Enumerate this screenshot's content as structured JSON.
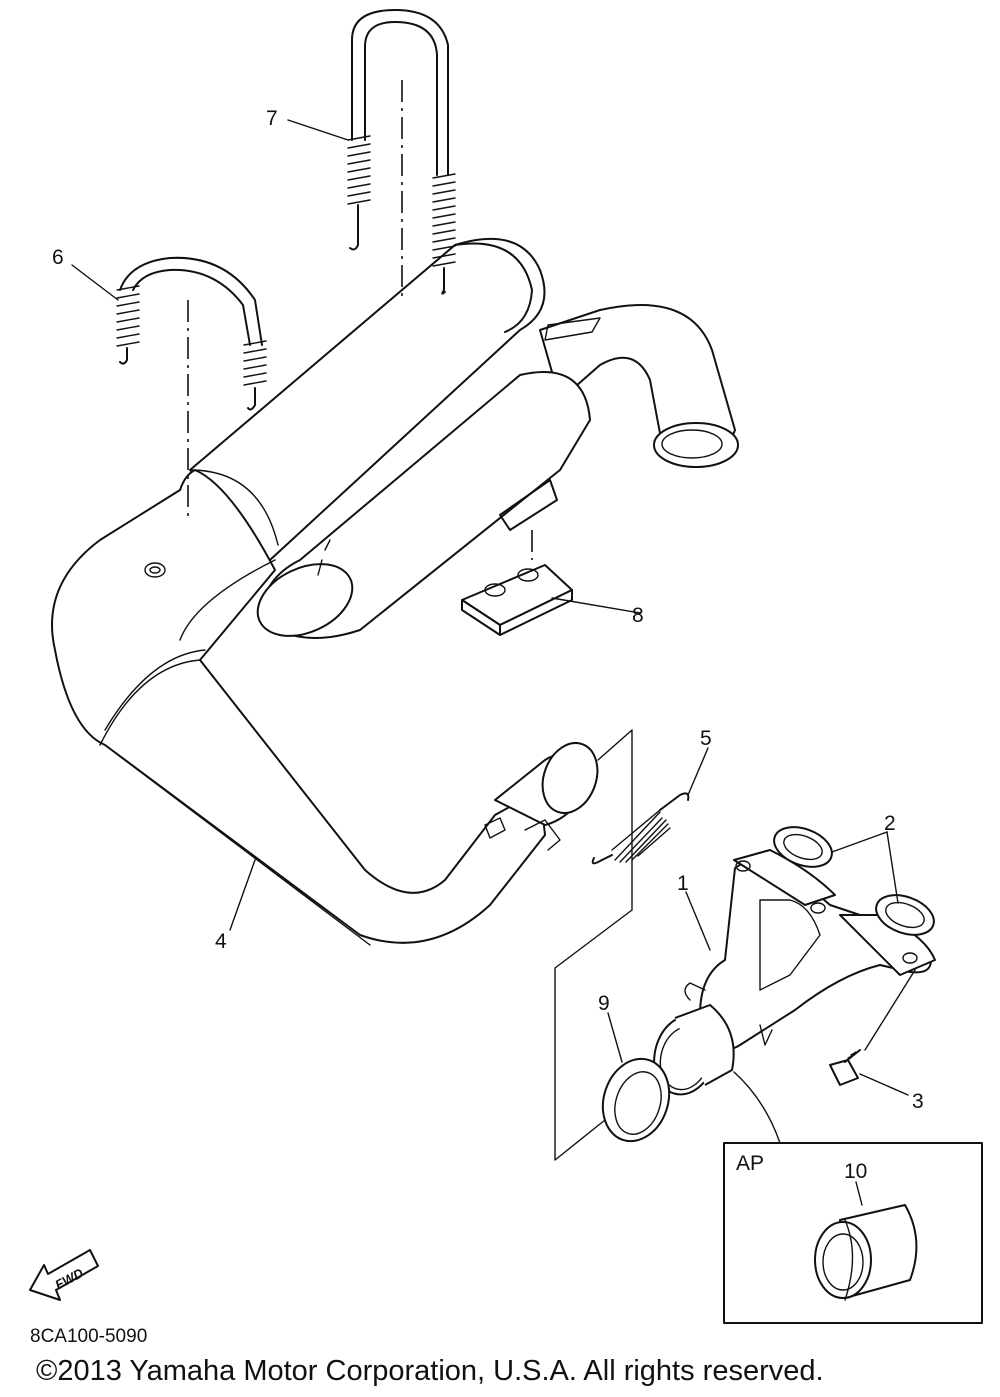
{
  "callouts": [
    "1",
    "2",
    "3",
    "4",
    "5",
    "6",
    "7",
    "8",
    "9",
    "10"
  ],
  "inset_label": "AP",
  "fwd_label": "FWD",
  "diagram_code": "8CA100-5090",
  "copyright": "©2013 Yamaha Motor Corporation, U.S.A. All rights reserved."
}
